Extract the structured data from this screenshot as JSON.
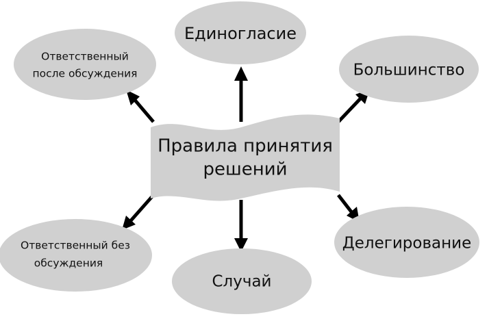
{
  "diagram": {
    "center": {
      "line1": "Правила принятия",
      "line2": "решений"
    },
    "nodes": {
      "consensus": "Единогласие",
      "majority": "Большинство",
      "delegation": "Делегирование",
      "chance": "Случай",
      "responsible_without_line1": "Ответственный без",
      "responsible_without_line2": "обсуждения",
      "responsible_after_line1": "Ответственный",
      "responsible_after_line2": "после обсуждения"
    },
    "colors": {
      "shape_fill": "#d0d0d0",
      "arrow": "#000000",
      "text": "#111111"
    }
  }
}
